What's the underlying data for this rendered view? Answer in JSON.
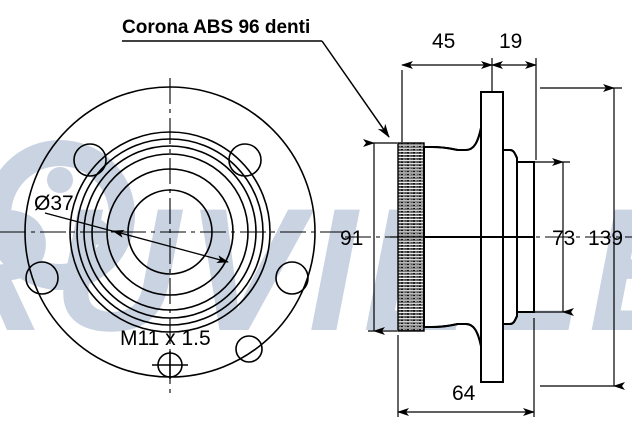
{
  "drawing": {
    "title_note": "Corona ABS 96 denti",
    "watermark": "RUVILLE",
    "watermark_color": "#c9d3e2",
    "line_color": "#000000",
    "background": "#ffffff"
  },
  "front_view": {
    "name": "wheel-hub-flange-front-view",
    "bore_dimension": "Ø37",
    "thread_spec": "M11 x 1.5",
    "bolt_hole_count": 5,
    "concentric_circle_count": 5
  },
  "section_view": {
    "name": "wheel-hub-cross-section",
    "dimensions": {
      "top_left": "45",
      "top_right": "19",
      "left_height": "91",
      "right_inner_height": "73",
      "right_outer_height": "139",
      "bottom_width": "64"
    },
    "abs_ring_label": "Corona ABS 96 denti"
  }
}
